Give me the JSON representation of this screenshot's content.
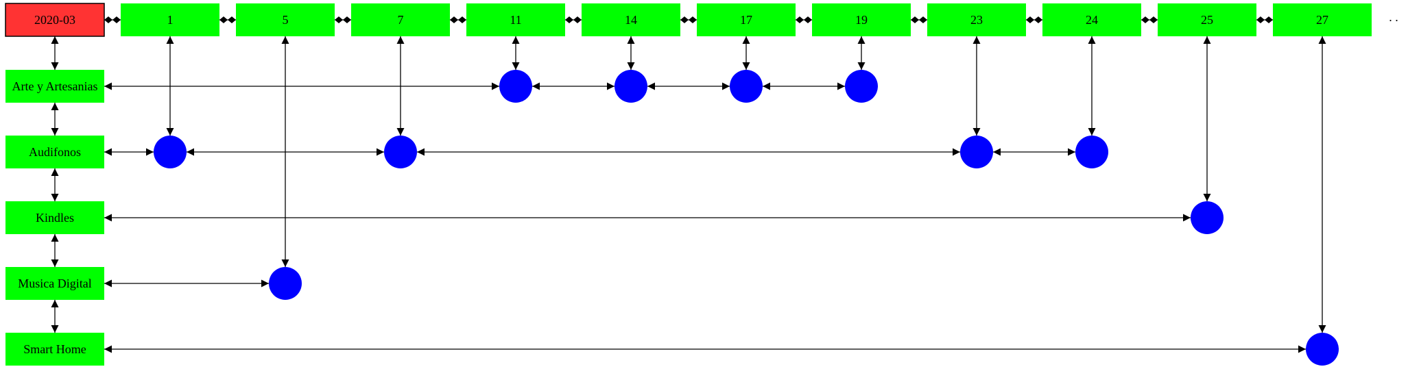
{
  "colors": {
    "header_fill": "#ff3333",
    "node_fill": "#00ff00",
    "dot_fill": "#0000ff",
    "edge": "#000000",
    "background": "#ffffff"
  },
  "diagram": {
    "header_label": "2020-03",
    "trailing_text": ". .",
    "days": [
      {
        "label": "1"
      },
      {
        "label": "5"
      },
      {
        "label": "7"
      },
      {
        "label": "11"
      },
      {
        "label": "14"
      },
      {
        "label": "17"
      },
      {
        "label": "19"
      },
      {
        "label": "23"
      },
      {
        "label": "24"
      },
      {
        "label": "25"
      },
      {
        "label": "27"
      }
    ],
    "categories": [
      {
        "label": "Arte y Artesanias"
      },
      {
        "label": "Audifonos"
      },
      {
        "label": "Kindles"
      },
      {
        "label": "Musica Digital"
      },
      {
        "label": "Smart Home"
      }
    ],
    "events": [
      {
        "day": "11",
        "category": "Arte y Artesanias"
      },
      {
        "day": "14",
        "category": "Arte y Artesanias"
      },
      {
        "day": "17",
        "category": "Arte y Artesanias"
      },
      {
        "day": "19",
        "category": "Arte y Artesanias"
      },
      {
        "day": "1",
        "category": "Audifonos"
      },
      {
        "day": "7",
        "category": "Audifonos"
      },
      {
        "day": "23",
        "category": "Audifonos"
      },
      {
        "day": "24",
        "category": "Audifonos"
      },
      {
        "day": "25",
        "category": "Kindles"
      },
      {
        "day": "5",
        "category": "Musica Digital"
      },
      {
        "day": "27",
        "category": "Smart Home"
      }
    ]
  }
}
